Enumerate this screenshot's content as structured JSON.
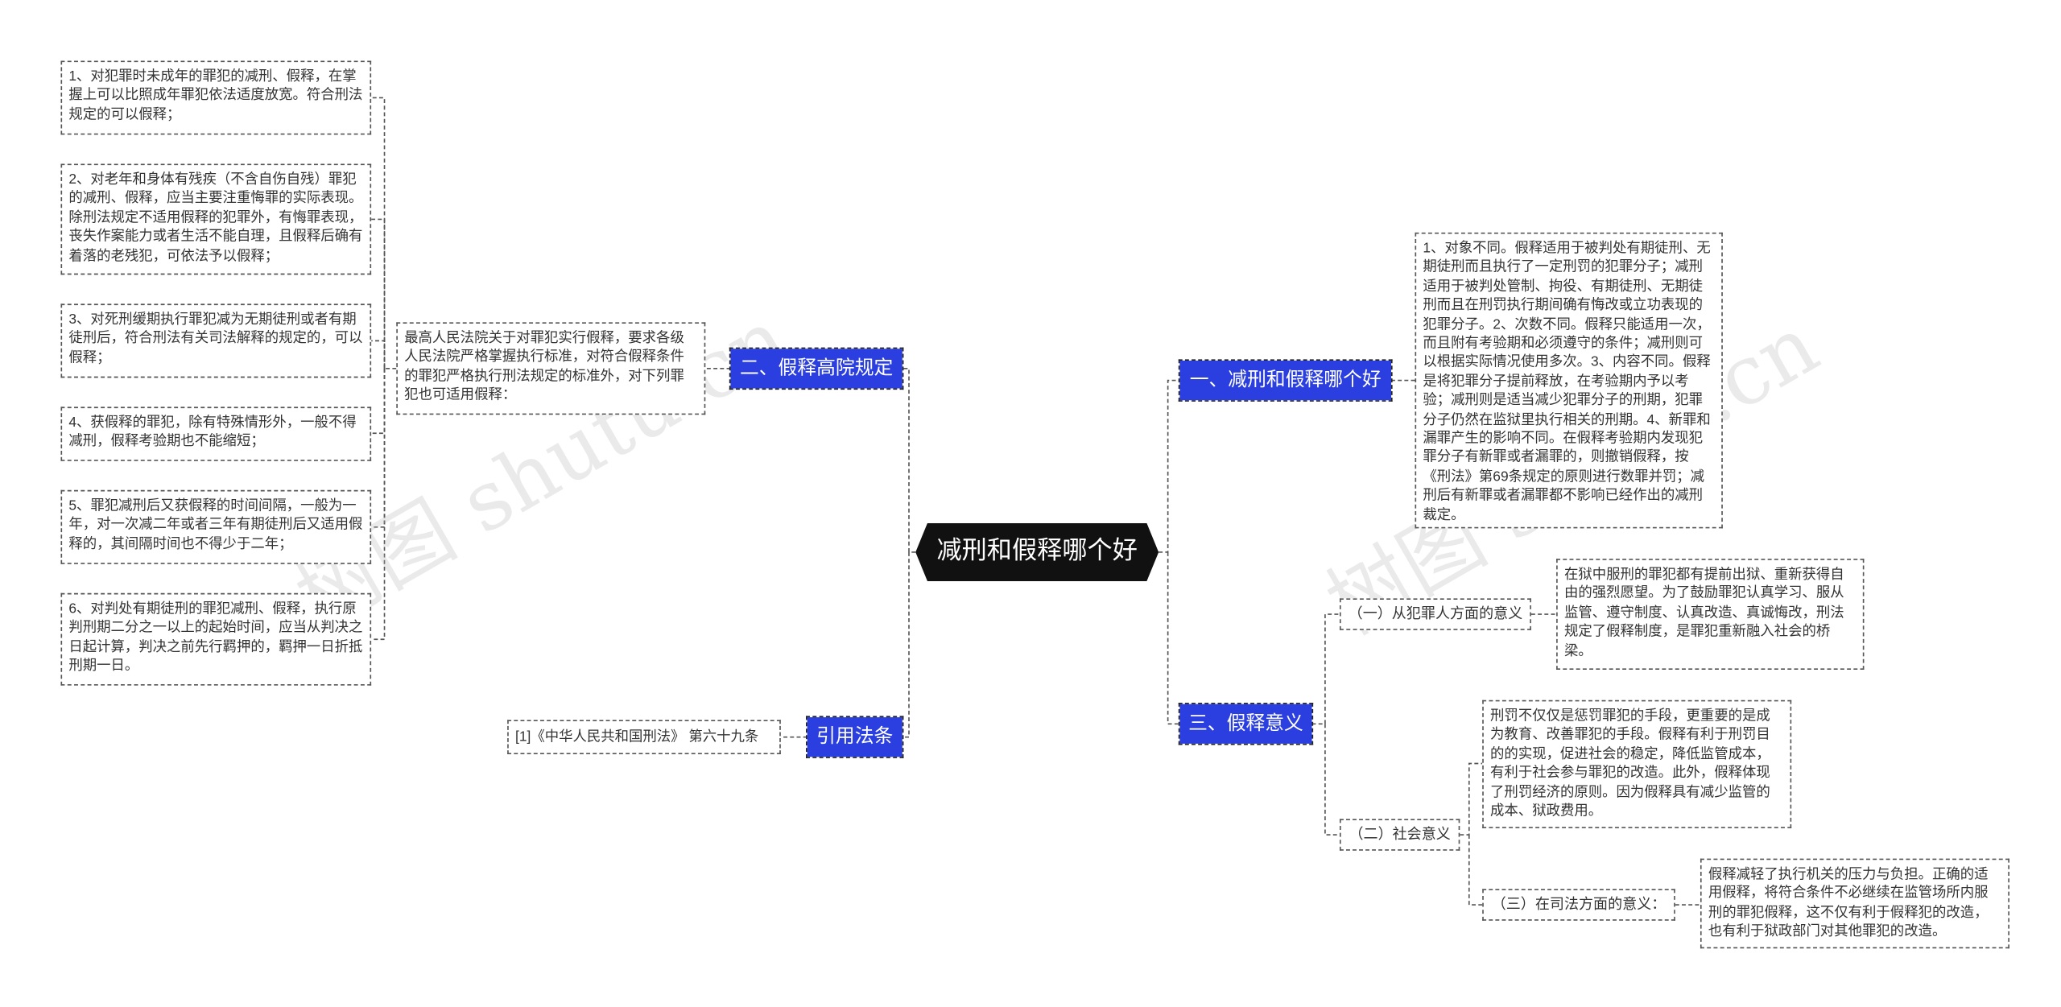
{
  "root": {
    "label": "减刑和假释哪个好"
  },
  "branches": {
    "b1": {
      "label": "一、减刑和假释哪个好",
      "note": "1、对象不同。假释适用于被判处有期徒刑、无期徒刑而且执行了一定刑罚的犯罪分子；减刑适用于被判处管制、拘役、有期徒刑、无期徒刑而且在刑罚执行期间确有悔改或立功表现的犯罪分子。2、次数不同。假释只能适用一次，而且附有考验期和必须遵守的条件；减刑则可以根据实际情况使用多次。3、内容不同。假释是将犯罪分子提前释放，在考验期内予以考验；减刑则是适当减少犯罪分子的刑期，犯罪分子仍然在监狱里执行相关的刑期。4、新罪和漏罪产生的影响不同。在假释考验期内发现犯罪分子有新罪或者漏罪的，则撤销假释，按《刑法》第69条规定的原则进行数罪并罚；减刑后有新罪或者漏罪都不影响已经作出的减刑裁定。"
    },
    "b2": {
      "label": "二、假释高院规定",
      "intro": "最高人民法院关于对罪犯实行假释，要求各级人民法院严格掌握执行标准，对符合假释条件的罪犯严格执行刑法规定的标准外，对下列罪犯也可适用假释：",
      "items": [
        "1、对犯罪时未成年的罪犯的减刑、假释，在掌握上可以比照成年罪犯依法适度放宽。符合刑法规定的可以假释；",
        "2、对老年和身体有残疾（不含自伤自残）罪犯的减刑、假释，应当主要注重悔罪的实际表现。除刑法规定不适用假释的犯罪外，有悔罪表现，丧失作案能力或者生活不能自理，且假释后确有着落的老残犯，可依法予以假释；",
        "3、对死刑缓期执行罪犯减为无期徒刑或者有期徒刑后，符合刑法有关司法解释的规定的，可以假释；",
        "4、获假释的罪犯，除有特殊情形外，一般不得减刑，假释考验期也不能缩短；",
        "5、罪犯减刑后又获假释的时间间隔，一般为一年，对一次减二年或者三年有期徒刑后又适用假释的，其间隔时间也不得少于二年；",
        "6、对判处有期徒刑的罪犯减刑、假释，执行原判刑期二分之一以上的起始时间，应当从判决之日起计算，判决之前先行羁押的，羁押一日折抵刑期一日。"
      ]
    },
    "b3": {
      "label": "三、假释意义",
      "sub1": {
        "label": "（一）从犯罪人方面的意义",
        "note": "在狱中服刑的罪犯都有提前出狱、重新获得自由的强烈愿望。为了鼓励罪犯认真学习、服从监管、遵守制度、认真改造、真诚悔改，刑法规定了假释制度，是罪犯重新融入社会的桥梁。"
      },
      "sub2": {
        "label": "（二）社会意义",
        "note": "刑罚不仅仅是惩罚罪犯的手段，更重要的是成为教育、改善罪犯的手段。假释有利于刑罚目的的实现，促进社会的稳定，降低监管成本，有利于社会参与罪犯的改造。此外，假释体现了刑罚经济的原则。因为假释具有减少监管的成本、狱政费用。"
      },
      "sub3": {
        "label": "（三）在司法方面的意义：",
        "note": "假释减轻了执行机关的压力与负担。正确的适用假释，将符合条件不必继续在监管场所内服刑的罪犯假释，这不仅有利于假释犯的改造，也有利于狱政部门对其他罪犯的改造。"
      }
    },
    "b4": {
      "label": "引用法条",
      "note": "[1]《中华人民共和国刑法》 第六十九条"
    }
  },
  "watermarks": [
    "树图 shutu.cn",
    "树图 shutu.cn"
  ],
  "colors": {
    "branch_bg": "#2b3fe0",
    "root_bg": "#111111",
    "line": "#555555"
  }
}
